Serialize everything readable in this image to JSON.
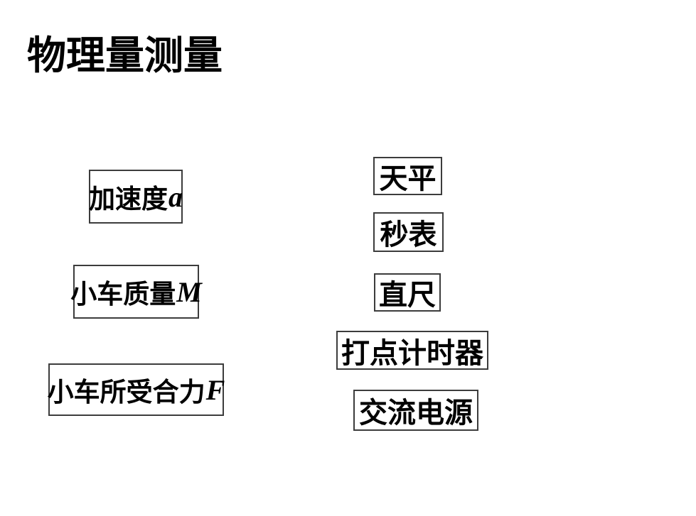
{
  "slide": {
    "title": "物理量测量"
  },
  "quantities": [
    {
      "label": "加速度",
      "symbol": "a"
    },
    {
      "label": "小车质量",
      "symbol": "M"
    },
    {
      "label": "小车所受合力",
      "symbol": "F"
    }
  ],
  "instruments": [
    {
      "label": "天平"
    },
    {
      "label": "秒表"
    },
    {
      "label": "直尺"
    },
    {
      "label": "打点计时器"
    },
    {
      "label": "交流电源"
    }
  ]
}
